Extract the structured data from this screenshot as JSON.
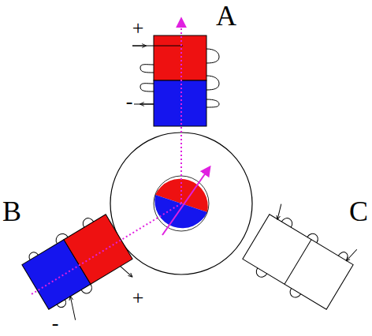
{
  "diagram": {
    "labels": [
      "A",
      "+",
      "-",
      "B",
      "+",
      "-",
      "C"
    ]
  }
}
